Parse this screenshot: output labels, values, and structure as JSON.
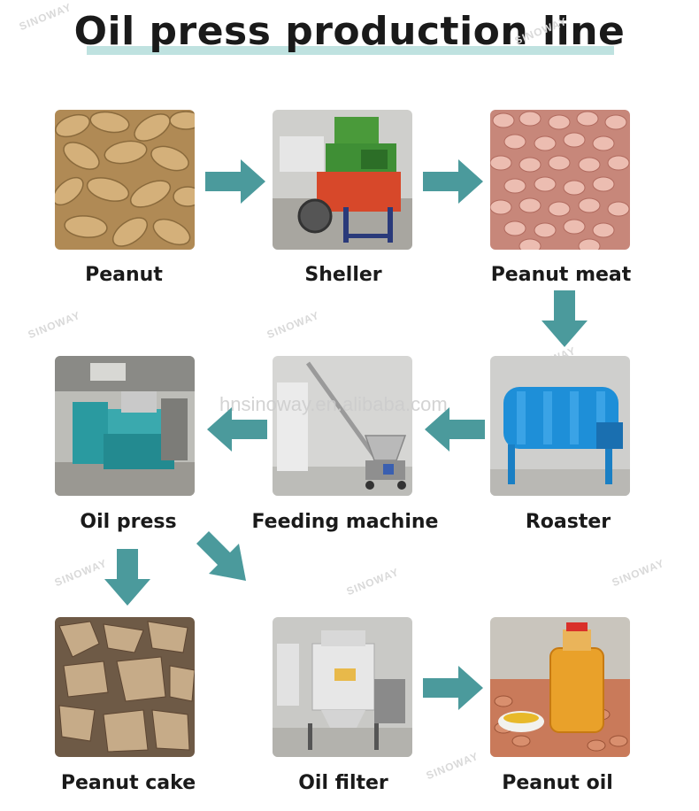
{
  "title": "Oil press production line",
  "steps": [
    {
      "label": "Peanut"
    },
    {
      "label": "Sheller"
    },
    {
      "label": "Peanut meat"
    },
    {
      "label": "Oil press"
    },
    {
      "label": "Feeding machine"
    },
    {
      "label": "Roaster"
    },
    {
      "label": "Peanut cake"
    },
    {
      "label": "Oil filter"
    },
    {
      "label": "Peanut oil"
    }
  ],
  "watermark": {
    "site": "hnsinoway.en.alibaba.com",
    "brand": "SINOWAY"
  },
  "colors": {
    "arrow": "#4b9a9c",
    "underline": "#a9d8d5"
  }
}
